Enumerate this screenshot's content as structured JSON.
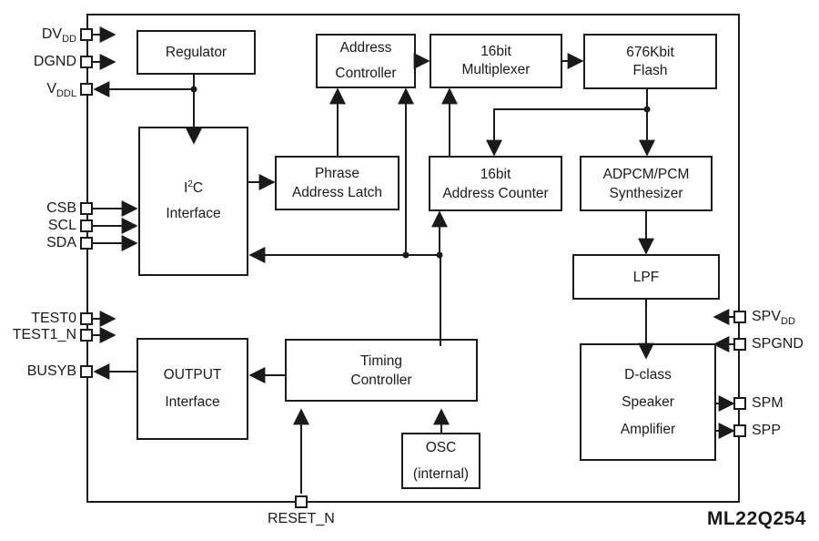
{
  "chip_label": "ML22Q254",
  "colors": {
    "line": "#1a1a1a",
    "background": "#ffffff",
    "text": "#1a1a1a"
  },
  "pins": {
    "dvdd": {
      "base": "DV",
      "sub": "DD"
    },
    "dgnd": {
      "base": "DGND",
      "sub": ""
    },
    "vddl": {
      "base": "V",
      "sub": "DDL"
    },
    "csb": {
      "base": "CSB",
      "sub": ""
    },
    "scl": {
      "base": "SCL",
      "sub": ""
    },
    "sda": {
      "base": "SDA",
      "sub": ""
    },
    "test0": {
      "base": "TEST0",
      "sub": ""
    },
    "test1_n": {
      "base": "TEST1_N",
      "sub": ""
    },
    "busyb": {
      "base": "BUSYB",
      "sub": ""
    },
    "spvdd": {
      "base": "SPV",
      "sub": "DD"
    },
    "spgnd": {
      "base": "SPGND",
      "sub": ""
    },
    "spm": {
      "base": "SPM",
      "sub": ""
    },
    "spp": {
      "base": "SPP",
      "sub": ""
    },
    "reset_n": {
      "base": "RESET_N",
      "sub": ""
    }
  },
  "blocks": {
    "regulator": {
      "lines": [
        "Regulator"
      ]
    },
    "address_controller": {
      "lines": [
        "Address",
        "Controller"
      ]
    },
    "multiplexer": {
      "lines": [
        "16bit",
        "Multiplexer"
      ]
    },
    "flash": {
      "lines": [
        "676Kbit",
        "Flash"
      ]
    },
    "i2c_interface": {
      "line1_pre": "I",
      "line1_sup": "2",
      "line1_post": "C",
      "line2": "Interface"
    },
    "phrase_address_latch": {
      "lines": [
        "Phrase",
        "Address Latch"
      ]
    },
    "address_counter": {
      "lines": [
        "16bit",
        "Address Counter"
      ]
    },
    "adpcm_synthesizer": {
      "lines": [
        "ADPCM/PCM",
        "Synthesizer"
      ]
    },
    "lpf": {
      "lines": [
        "LPF"
      ]
    },
    "output_interface": {
      "lines": [
        "OUTPUT",
        "Interface"
      ]
    },
    "timing_controller": {
      "lines": [
        "Timing",
        "Controller"
      ]
    },
    "osc": {
      "lines": [
        "OSC",
        "(internal)"
      ]
    },
    "d_class_amplifier": {
      "lines": [
        "D-class",
        "Speaker",
        "Amplifier"
      ]
    }
  }
}
